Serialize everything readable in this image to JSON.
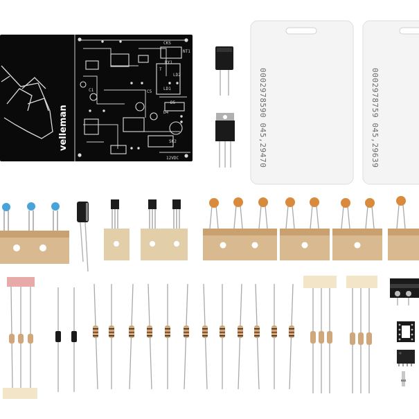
{
  "photo": {
    "subject": "electronics kit parts",
    "pcb": {
      "logo_text": "velleman",
      "silkscreen_labels": [
        "CKS",
        "NT1",
        "RY1",
        "T",
        "SK2",
        "C1",
        "C5",
        "LD1",
        "LD2",
        "D5",
        "D4",
        "12VDC"
      ]
    },
    "cards": [
      {
        "number_line": "0002978590 045,29470"
      },
      {
        "number_line": "0002978759 045,29639"
      }
    ],
    "colors": {
      "pcb": "#0a0a0a",
      "silkscreen": "#dcdcdc",
      "card": "#f4f4f4",
      "tape": "#d9b98f",
      "cap_orange": "#d98a3c",
      "cap_blue": "#4aa3d8",
      "resistor": "#cfa77a",
      "relay": "#1a1a1a"
    }
  }
}
